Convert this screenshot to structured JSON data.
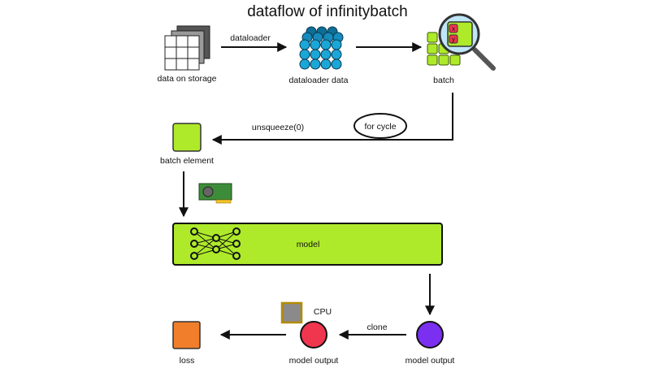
{
  "title": "dataflow of infinitybatch",
  "nodes": {
    "storage": "data on storage",
    "dataloader": "dataloader data",
    "batch": "batch",
    "batch_element": "batch element",
    "model": "model",
    "model_output_gpu": "model output",
    "model_output_cpu": "model output",
    "loss": "loss",
    "cpu": "CPU"
  },
  "edges": {
    "dataloader": "dataloader",
    "unsqueeze": "unsqueeze(0)",
    "for_cycle": "for cycle",
    "clone": "clone"
  },
  "magnifier": {
    "x": "x",
    "y": "y"
  },
  "colors": {
    "lime": "#aeea2a",
    "cyan": "#1aa7d8",
    "purple": "#7b2ff0",
    "red": "#f0354f",
    "orange": "#f07e2b",
    "gray": "#8a8a8a",
    "magnifier_glass": "#bfe6f6"
  },
  "icons": {
    "storage": "grid-stack-icon",
    "dataloader": "circle-stack-icon",
    "batch": "batch-squares-icon",
    "magnifier": "magnifying-glass-icon",
    "gpu": "gpu-card-icon",
    "cpu": "cpu-chip-icon",
    "network": "neural-network-icon"
  }
}
